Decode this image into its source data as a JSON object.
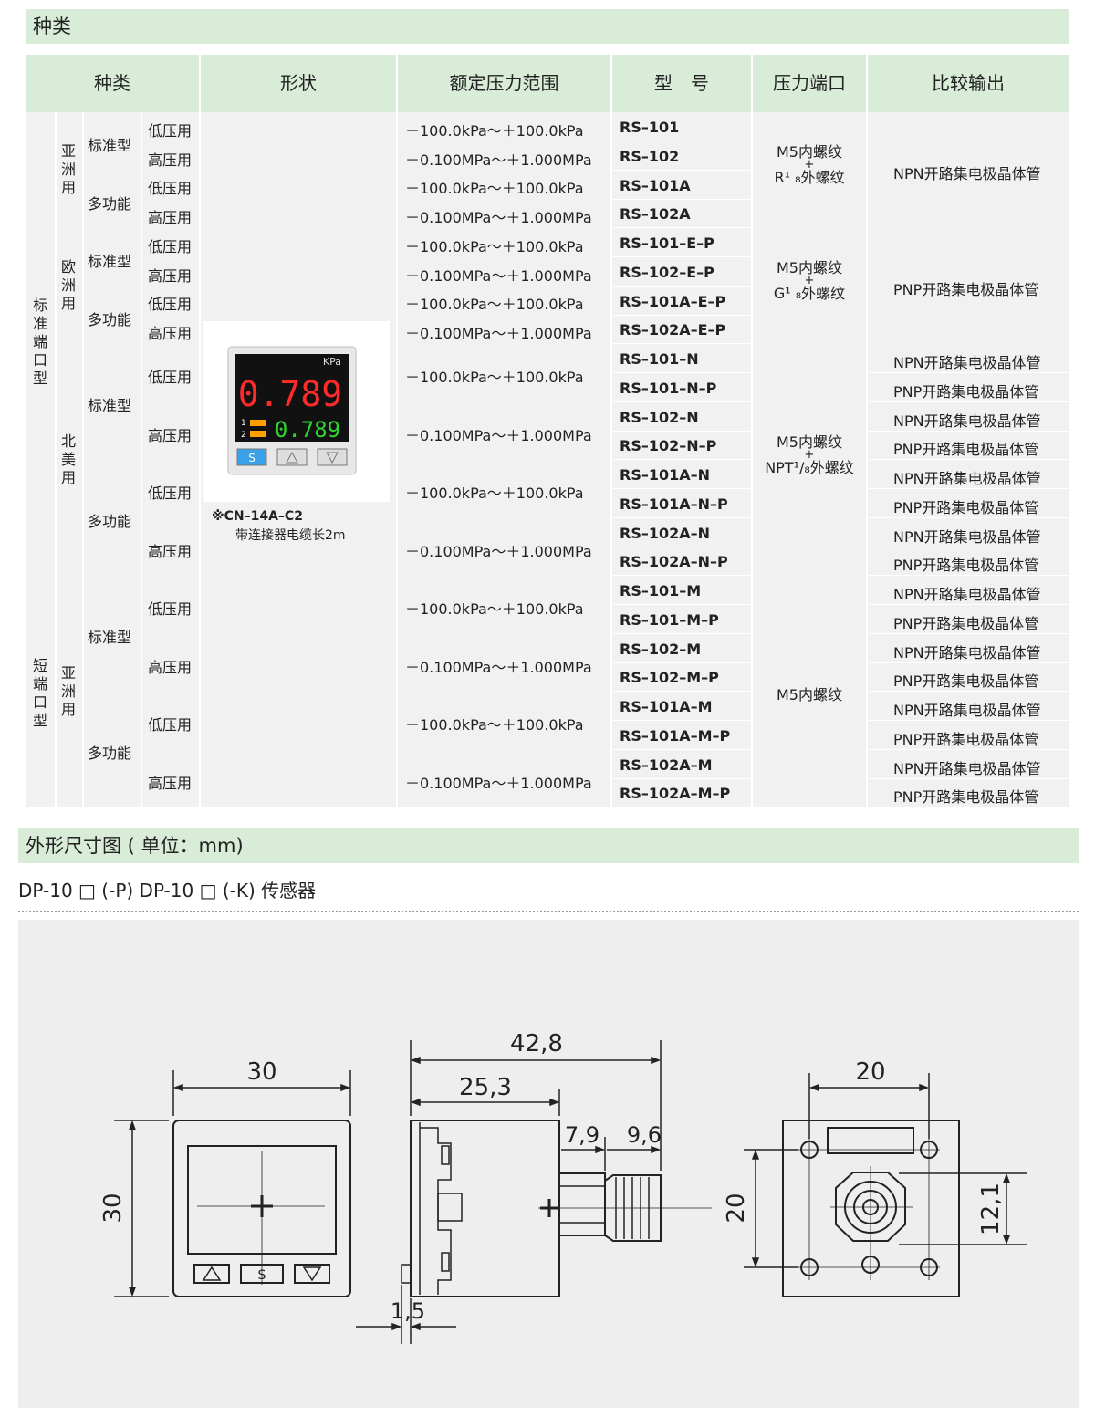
{
  "sections": {
    "types_title": "种类",
    "dims_title": "外形尺寸图 ( 单位：mm)",
    "sensor_line": "DP-10 □ (-P)     DP-10 □ (-K)   传感器"
  },
  "table": {
    "headers": [
      "种类",
      "形状",
      "额定压力范围",
      "型　号",
      "压力端口",
      "比较输出"
    ],
    "groups": {
      "std_port": "标准端口型",
      "short_port": "短端口型",
      "asia": "亚洲用",
      "europe": "欧洲用",
      "na": "北美用",
      "asia2": "亚洲用"
    },
    "sub": {
      "standard": "标准型",
      "multi": "多功能",
      "low": "低压用",
      "high": "高压用"
    },
    "ranges": {
      "low": "－100.0kPa～＋100.0kPa",
      "high": "－0.100MPa～＋1.000MPa"
    },
    "models": [
      "RS–101",
      "RS–102",
      "RS–101A",
      "RS–102A",
      "RS–101–E–P",
      "RS–102–E–P",
      "RS–101A–E–P",
      "RS–102A–E–P",
      "RS–101–N",
      "RS–101–N–P",
      "RS–102–N",
      "RS–102–N–P",
      "RS–101A–N",
      "RS–101A–N–P",
      "RS–102A–N",
      "RS–102A–N–P",
      "RS–101–M",
      "RS–101–M–P",
      "RS–102–M",
      "RS–102–M–P",
      "RS–101A–M",
      "RS–101A–M–P",
      "RS–102A–M",
      "RS–102A–M–P"
    ],
    "ports": {
      "p1_a": "M5内螺纹",
      "plus": "+",
      "p1_b": "R¹ ₈外螺纹",
      "p2_a": "M5内螺纹",
      "p2_b": "G¹ ₈外螺纹",
      "p3_a": "M5内螺纹",
      "p3_b": "NPT¹/₈外螺纹",
      "p4": "M5内螺纹"
    },
    "outputs": {
      "npn": "NPN开路集电极晶体管",
      "pnp": "PNP开路集电极晶体管"
    },
    "product": {
      "unit": "KPa",
      "main_value": "0.789",
      "sub_value": "0.789",
      "ch1": "1",
      "ch2": "2",
      "btn_s": "S",
      "note1": "※CN–14A–C2",
      "note2": "带连接器电缆长2m"
    }
  },
  "dimensions": {
    "front_width": "30",
    "front_height": "30",
    "side_total": "42,8",
    "side_body": "25,3",
    "side_a": "7,9",
    "side_b": "9,6",
    "side_c": "1,5",
    "back_width": "20",
    "back_height": "20",
    "back_c": "12,1",
    "btn_s": "S"
  }
}
